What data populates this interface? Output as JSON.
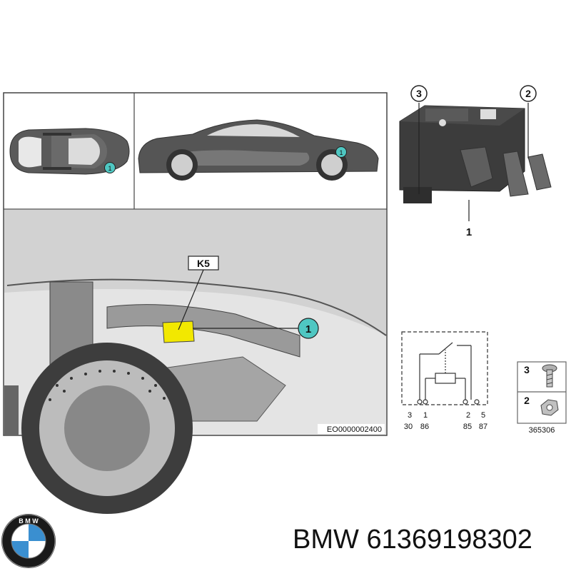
{
  "callouts": {
    "location": "1",
    "relay_body": "1",
    "relay_pin_3": "3",
    "relay_pin_2": "2",
    "hw_screw": "3",
    "hw_nut": "2"
  },
  "component_label": "K5",
  "image_code": "EO0000002400",
  "schematic": {
    "pin_numbers": [
      "3",
      "1",
      "2",
      "5"
    ],
    "terminal_codes": [
      "30",
      "86",
      "85",
      "87"
    ]
  },
  "hardware_ref": "365306",
  "footer": {
    "brand": "BMW",
    "part_number": "61369198302"
  },
  "colors": {
    "component_highlight": "#f2e800",
    "callout_fill": "#4fc7c2",
    "car_body": "#555555"
  }
}
